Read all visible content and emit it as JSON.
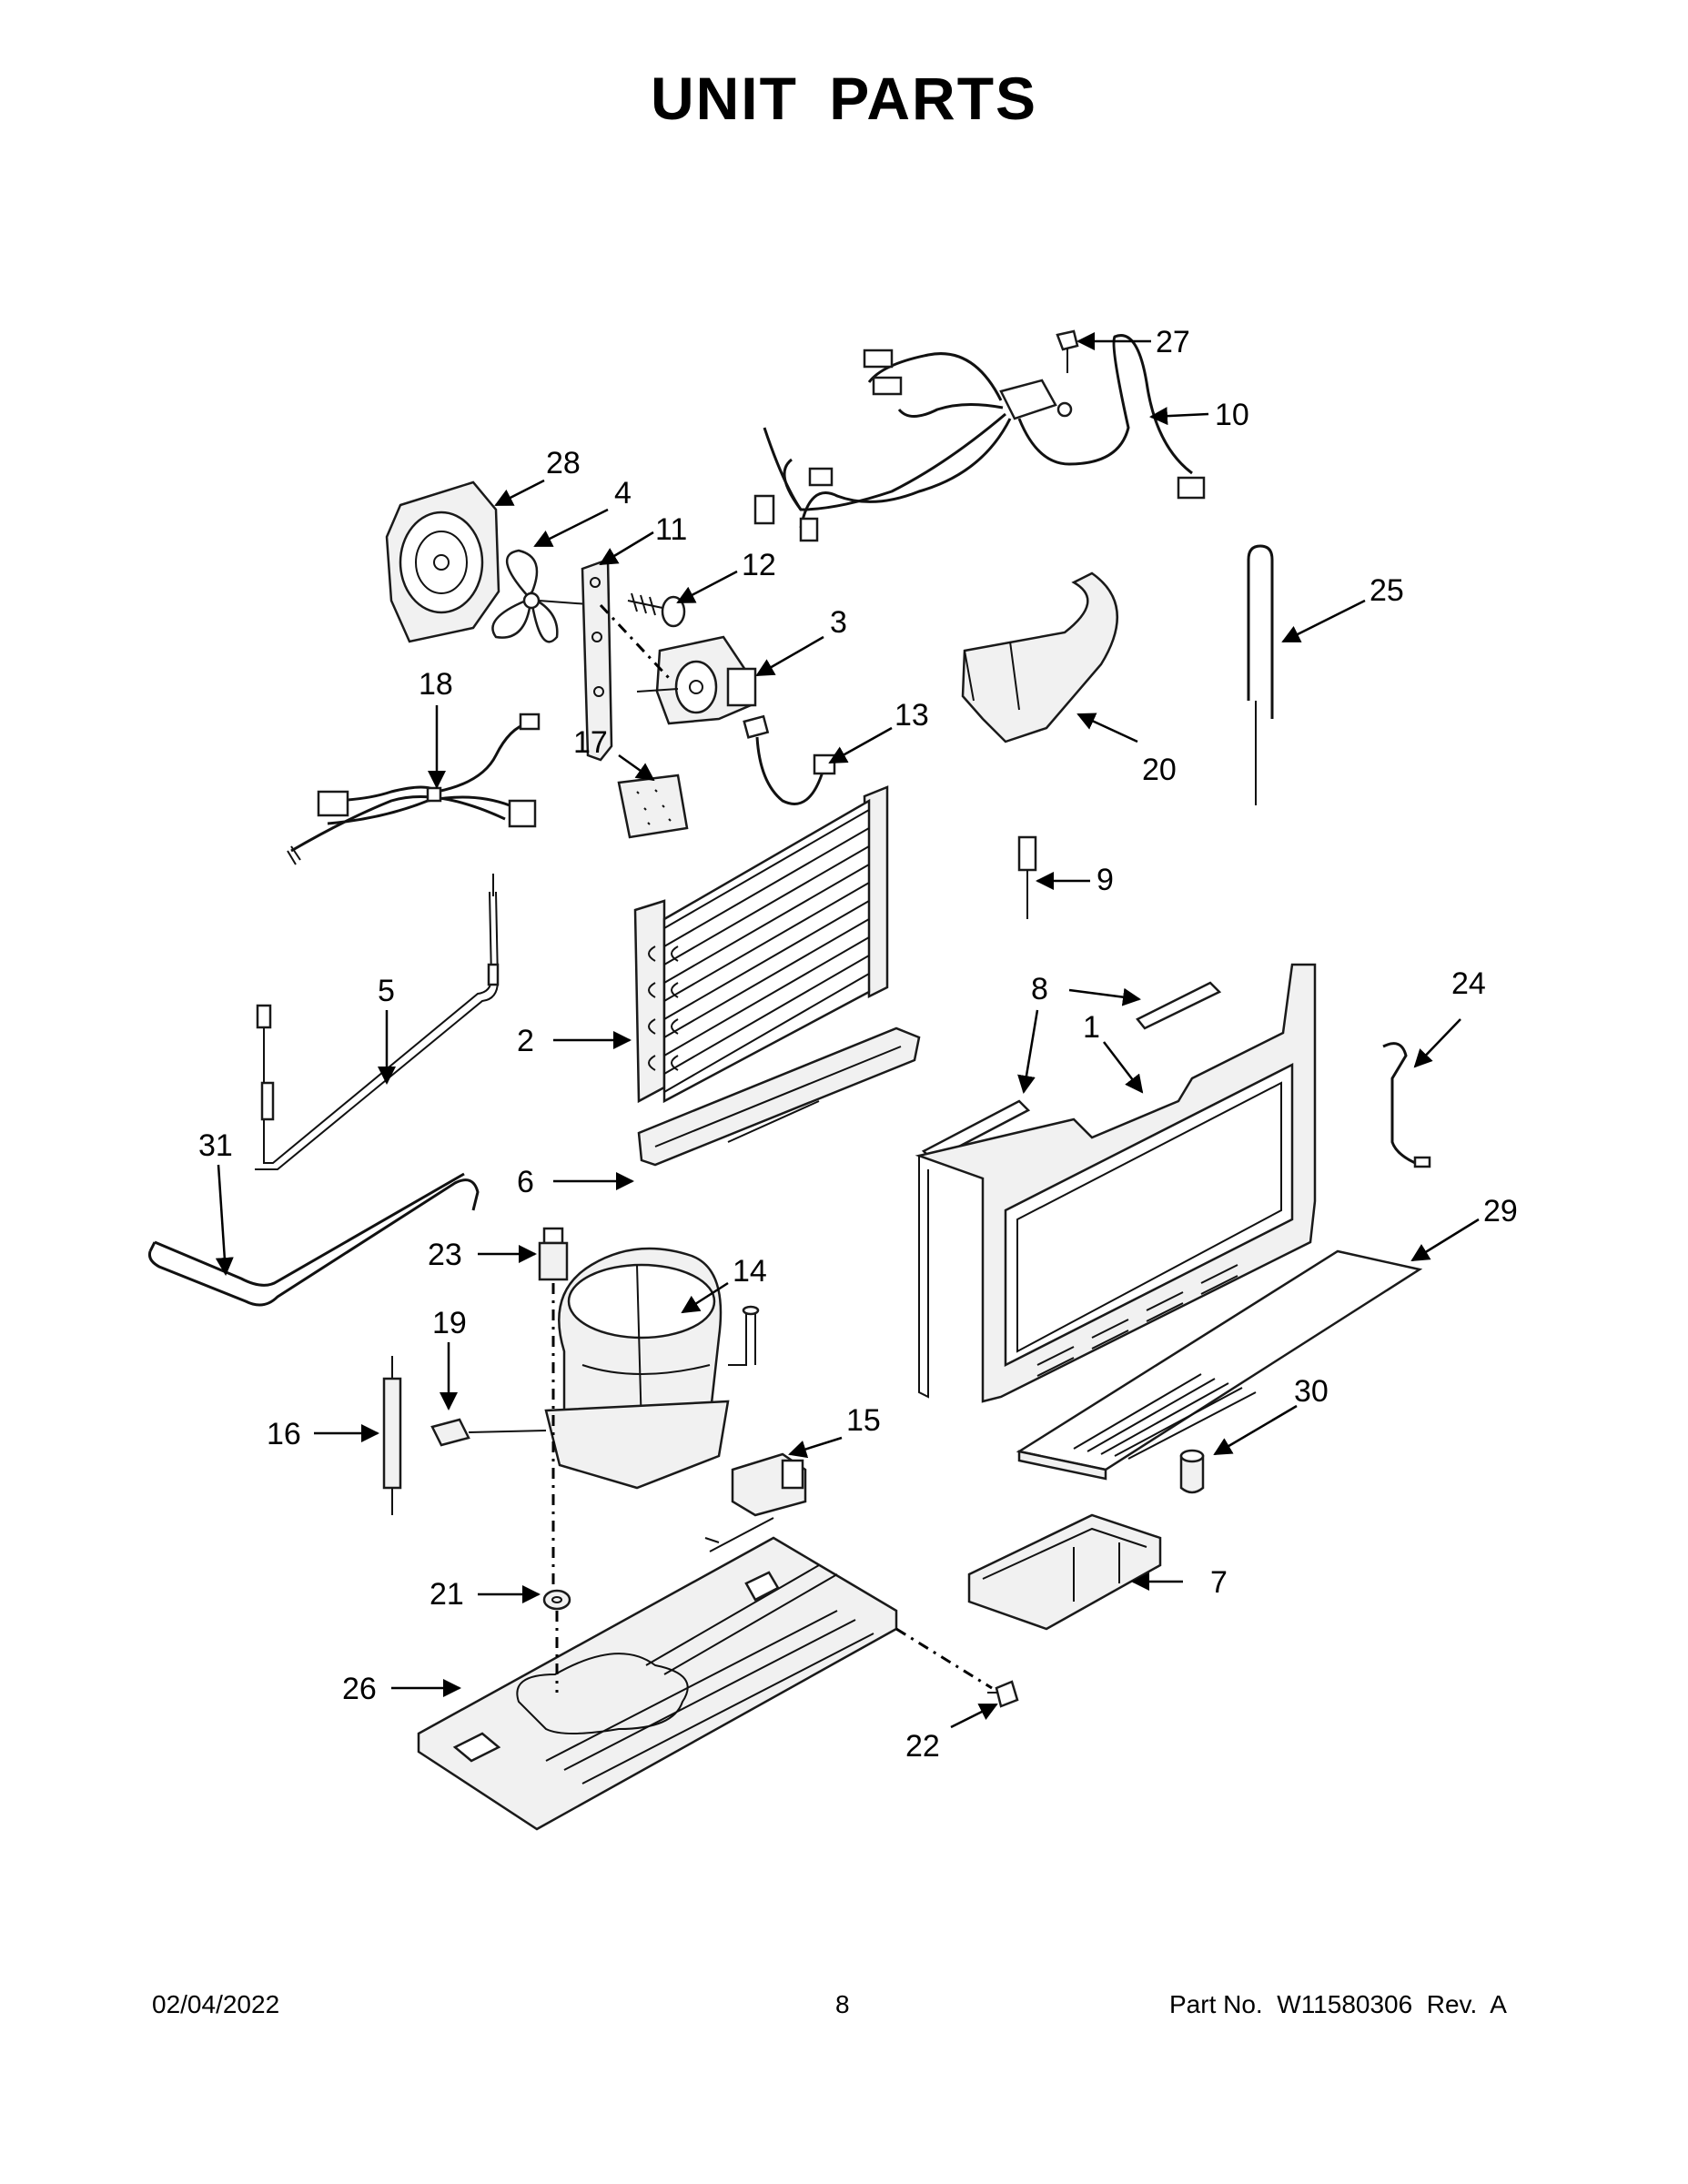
{
  "title": "UNIT PARTS",
  "callouts": {
    "c1": "1",
    "c2": "2",
    "c3": "3",
    "c4": "4",
    "c5": "5",
    "c6": "6",
    "c7": "7",
    "c8": "8",
    "c8b": "8",
    "c9": "9",
    "c10": "10",
    "c11": "11",
    "c12": "12",
    "c13": "13",
    "c14": "14",
    "c15": "15",
    "c16": "16",
    "c17": "17",
    "c18": "18",
    "c19": "19",
    "c20": "20",
    "c21": "21",
    "c22": "22",
    "c23": "23",
    "c24": "24",
    "c25": "25",
    "c26": "26",
    "c27": "27",
    "c28": "28",
    "c29": "29",
    "c30": "30",
    "c31": "31"
  },
  "footer": {
    "date": "02/04/2022",
    "page": "8",
    "part_no": "Part No.  W11580306  Rev.  A"
  }
}
